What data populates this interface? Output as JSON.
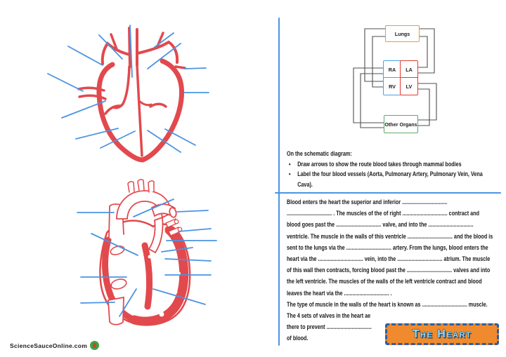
{
  "title_box": {
    "label": "The Heart"
  },
  "schematic": {
    "boxes": {
      "lungs": "Lungs",
      "ra": "RA",
      "la": "LA",
      "rv": "RV",
      "lv": "LV",
      "other_organs": "Other Organs"
    },
    "instructions": {
      "heading": "On the schematic diagram:",
      "bullet_char": "•",
      "bullets": [
        "Draw arrows to show the route blood takes through mammal bodies",
        "Label the four blood vessels (Aorta, Pulmonary Artery, Pulmonary Vein, Vena Cava)."
      ]
    }
  },
  "worksheet_text": {
    "lines": [
      "Blood enters the heart the superior and inferior ................................",
      "................................ . The muscles of the of right ................................ contract and",
      "blood goes past the ................................ valve, and into the ................................",
      "ventricle. The muscle in the walls of this ventricle ................................ and the blood is",
      "sent to the lungs via the ................................ artery. From the lungs, blood enters the",
      "heart via the ................................ vein, into the ................................ atrium. The muscle",
      "of this wall then contracts, forcing blood past the ................................ valves and into",
      "the left ventricle. The muscles of the walls of the left ventricle contract and blood",
      "leaves the heart via the ................................ .",
      "The type of muscle in the walls of the heart is known as ................................ muscle.",
      "The 4 sets of valves in the heart ae",
      "there to prevent ................................",
      "of blood."
    ]
  },
  "footer": {
    "site_label": "ScienceSauceOnline.com"
  },
  "colors": {
    "heart_red": "#e2494d",
    "label_line_blue": "#4b94e3",
    "divider_blue": "#4b94e3",
    "wire_gray": "#4f4f4f",
    "lungs_border": "#f0953f",
    "right_heart_border": "#4aa3e8",
    "left_heart_border": "#e8392e",
    "other_organs_border": "#5ea96b",
    "title_bg": "#ef8b2e",
    "title_border": "#2b5ea7",
    "title_text": "#9edcf2",
    "logo_green": "#3da542"
  }
}
